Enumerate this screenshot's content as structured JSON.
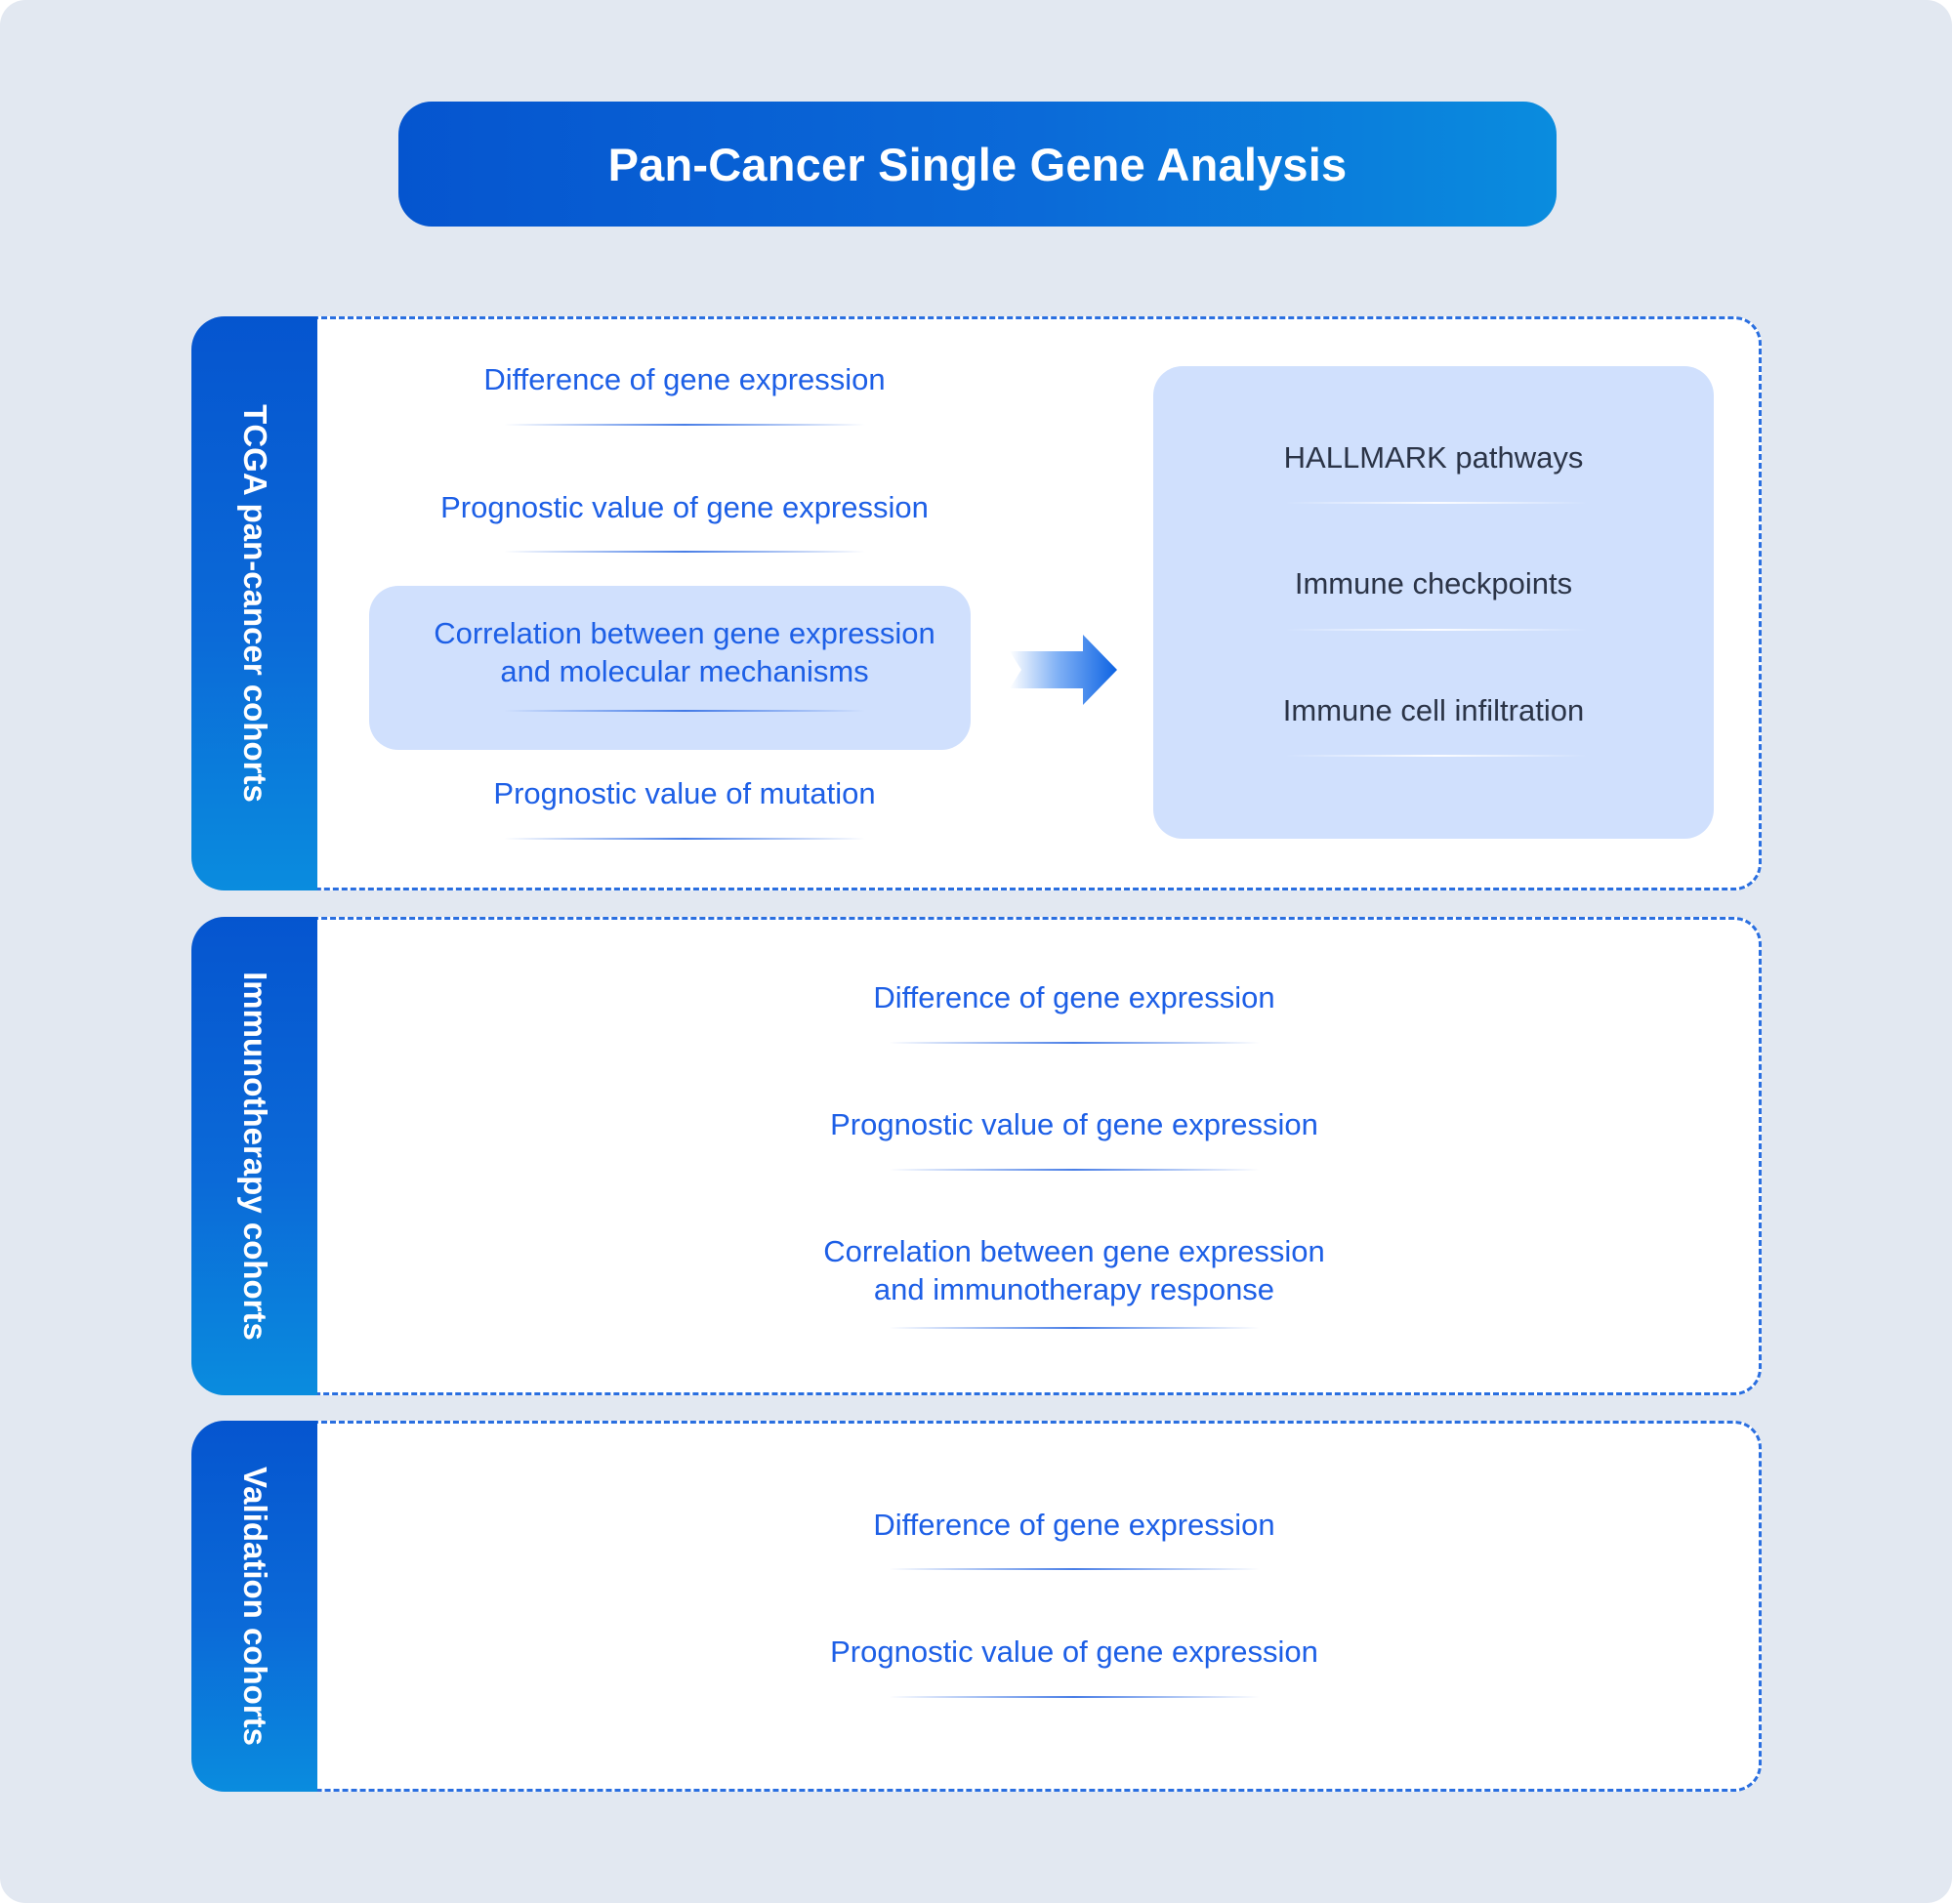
{
  "title": "Pan-Cancer Single Gene Analysis",
  "colors": {
    "background": "#e2e8f1",
    "primary_blue": "#0555cf",
    "accent_blue": "#0a8cde",
    "item_text_blue": "#1d5fe6",
    "highlight_fill": "#d0e0fd",
    "dashed_border": "#2a6fe0"
  },
  "sections": {
    "tcga": {
      "label": "TCGA pan-cancer cohorts",
      "items": [
        "Difference of gene expression",
        "Prognostic value of gene expression",
        "Correlation between gene expression\nand molecular mechanisms",
        "Prognostic value of mutation"
      ],
      "mechanisms": [
        "HALLMARK pathways",
        "Immune checkpoints",
        "Immune cell infiltration"
      ],
      "arrow_icon": "right-arrow"
    },
    "immunotherapy": {
      "label": "Immunotherapy cohorts",
      "items": [
        "Difference of gene expression",
        "Prognostic value of gene expression",
        "Correlation between gene expression\nand immunotherapy response"
      ]
    },
    "validation": {
      "label": "Validation cohorts",
      "items": [
        "Difference of gene expression",
        "Prognostic value of gene expression"
      ]
    }
  }
}
